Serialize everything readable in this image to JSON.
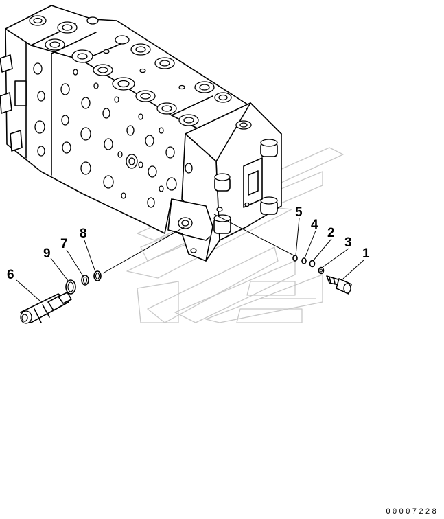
{
  "callouts": [
    {
      "id": "1",
      "label": "1"
    },
    {
      "id": "2",
      "label": "2"
    },
    {
      "id": "3",
      "label": "3"
    },
    {
      "id": "4",
      "label": "4"
    },
    {
      "id": "5",
      "label": "5"
    },
    {
      "id": "6",
      "label": "6"
    },
    {
      "id": "7",
      "label": "7"
    },
    {
      "id": "8",
      "label": "8"
    },
    {
      "id": "9",
      "label": "9"
    }
  ],
  "reference_code": "00007228"
}
